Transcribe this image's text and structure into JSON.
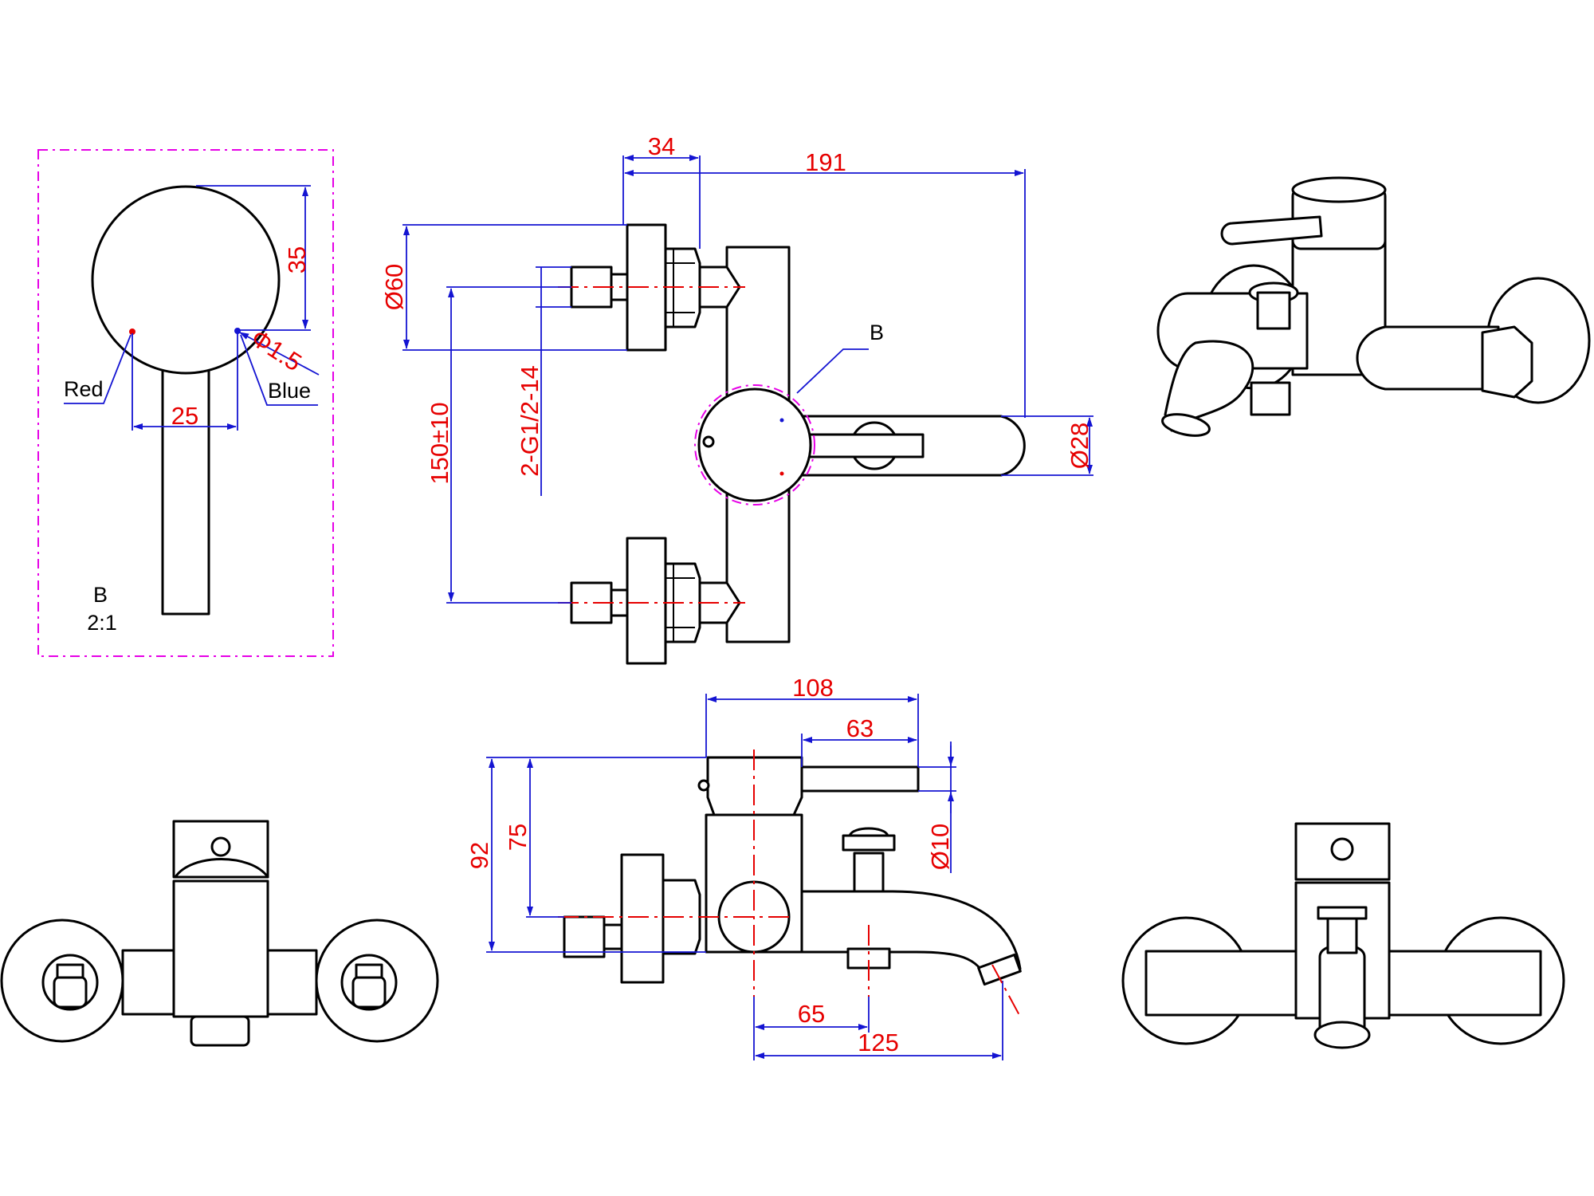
{
  "colors": {
    "dimension_text": "#e60000",
    "dimension_line": "#1414d2",
    "outline": "#000000",
    "detail_frame": "#e600e6"
  },
  "detail_view": {
    "red_label": "Red",
    "blue_label": "Blue",
    "dim_35": "35",
    "dim_25": "25",
    "dim_hole": "Φ1.5",
    "view_letter": "B",
    "scale": "2:1"
  },
  "front_view": {
    "dim_34": "34",
    "dim_191": "191",
    "dim_60": "Ø60",
    "dim_150": "150±10",
    "dim_thread": "2-G1/2-14",
    "dim_28": "Ø28",
    "callout": "B"
  },
  "side_view": {
    "dim_108": "108",
    "dim_63": "63",
    "dim_92": "92",
    "dim_75": "75",
    "dim_10": "Ø10",
    "dim_65": "65",
    "dim_125": "125"
  }
}
